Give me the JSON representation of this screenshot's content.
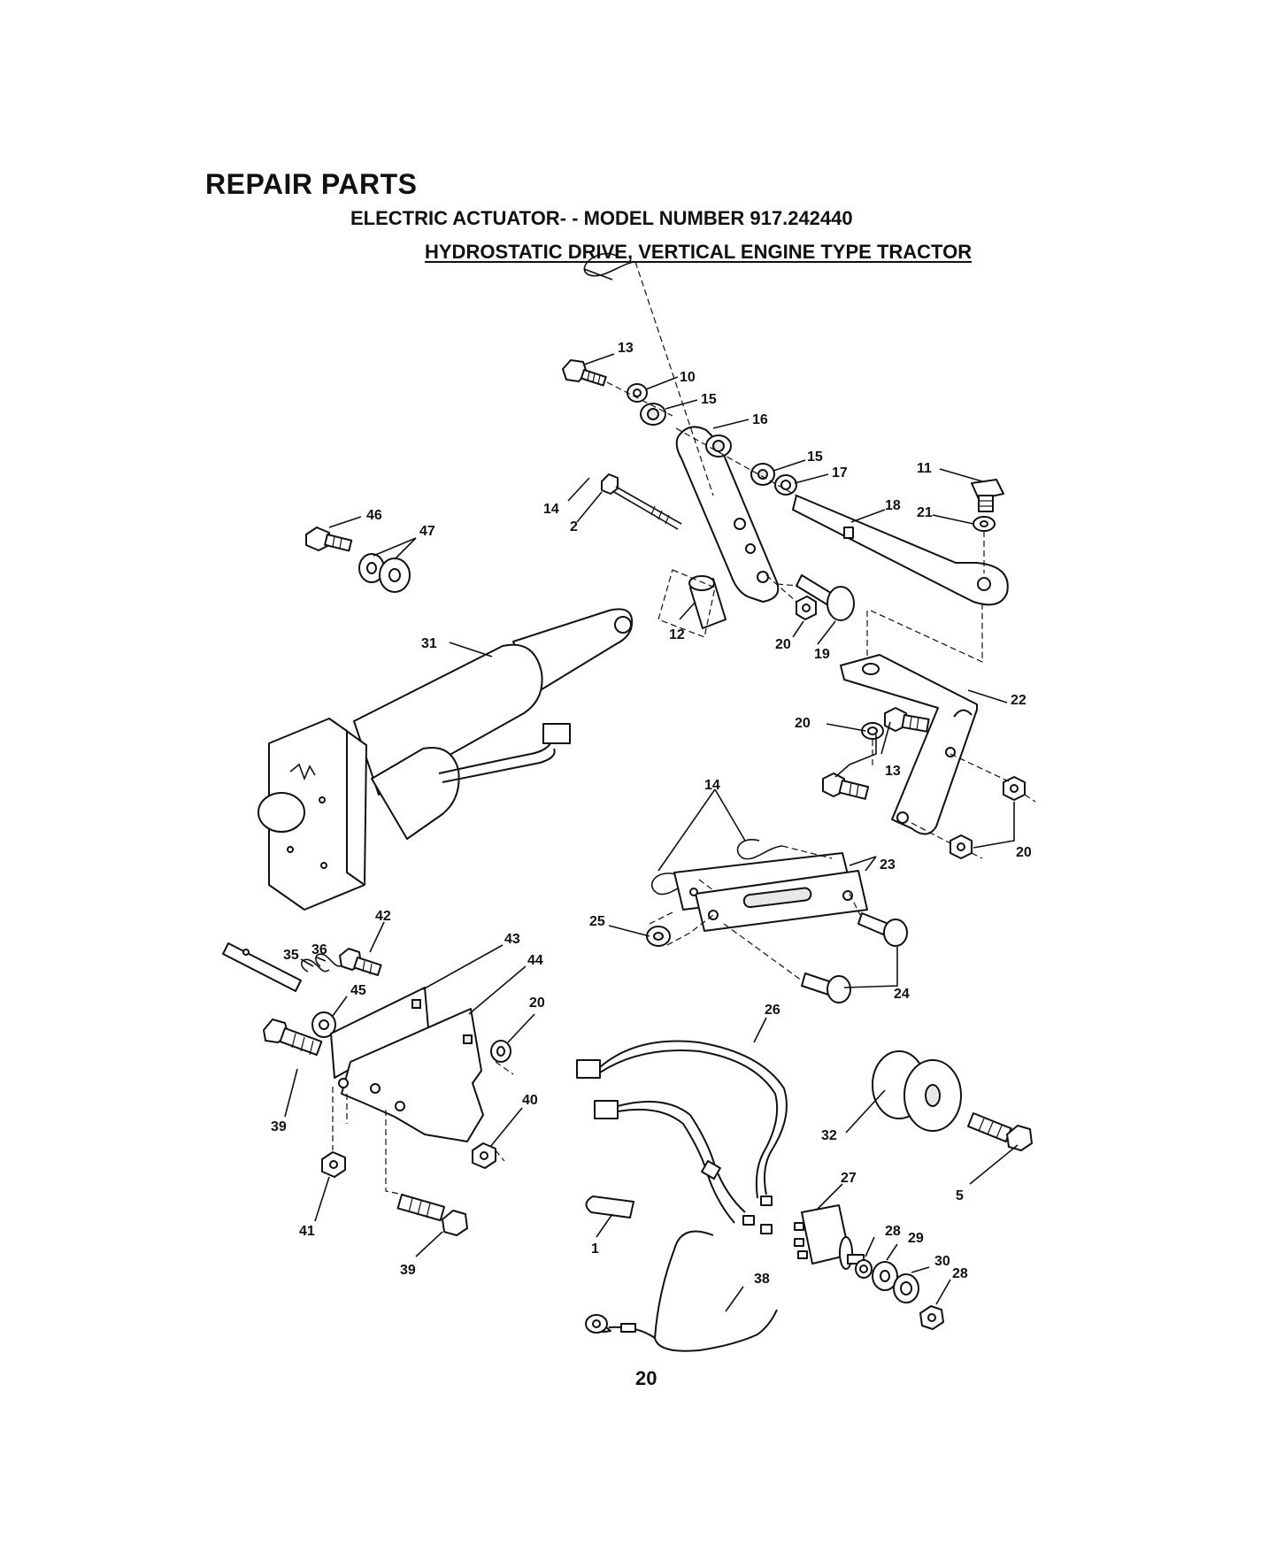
{
  "header": {
    "title": "REPAIR PARTS",
    "subtitle": "ELECTRIC ACTUATOR- - MODEL NUMBER 917.242440",
    "section": "HYDROSTATIC DRIVE, VERTICAL ENGINE TYPE TRACTOR"
  },
  "callouts": [
    "13",
    "10",
    "15",
    "16",
    "15",
    "17",
    "11",
    "14",
    "2",
    "18",
    "21",
    "46",
    "47",
    "12",
    "20",
    "19",
    "31",
    "22",
    "20",
    "13",
    "14",
    "20",
    "23",
    "42",
    "25",
    "35",
    "36",
    "43",
    "44",
    "45",
    "20",
    "24",
    "26",
    "39",
    "40",
    "32",
    "27",
    "5",
    "41",
    "28",
    "29",
    "30",
    "28",
    "1",
    "39",
    "38"
  ],
  "footer": {
    "page_number": "20"
  }
}
